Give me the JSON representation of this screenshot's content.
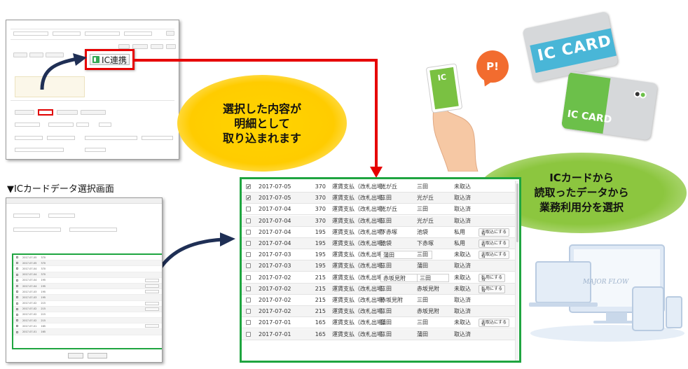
{
  "colors": {
    "accent_red": "#e60000",
    "accent_green": "#1fa540",
    "oval_yellow": "#ffcc00",
    "oval_green": "#8cc63f",
    "arrow_navy": "#1f2f55",
    "bubble_orange": "#f26c2f",
    "card_blue": "#49b6d7",
    "card_green": "#6cc04a"
  },
  "callout": {
    "label": "IC連携",
    "icon": "ic-card-link-icon"
  },
  "oval_yellow": {
    "lines": [
      "選択した内容が",
      "明細として",
      "取り込まれます"
    ]
  },
  "oval_green": {
    "lines": [
      "ICカードから",
      "読取ったデータから",
      "業務利用分を選択"
    ]
  },
  "caption": "▼ICカードデータ選択画面",
  "bubble": "P!",
  "illustrations": {
    "card_blue_text": "IC CARD",
    "card_green_text": "IC CARD",
    "hand_card_text": "IC",
    "device_logo": "MAJOR FLOW"
  },
  "table": {
    "rows": [
      {
        "checked": true,
        "date": "2017-07-05",
        "amount": "370",
        "desc": "運賃支払（改札出場）",
        "from": "光が丘",
        "to": "三田",
        "status": "未取込",
        "action": "",
        "from_boxed": false,
        "to_boxed": false
      },
      {
        "checked": true,
        "date": "2017-07-05",
        "amount": "370",
        "desc": "運賃支払（改札出場）",
        "from": "三田",
        "to": "光が丘",
        "status": "取込済",
        "action": "",
        "from_boxed": false,
        "to_boxed": false
      },
      {
        "checked": false,
        "date": "2017-07-04",
        "amount": "370",
        "desc": "運賃支払（改札出場）",
        "from": "光が丘",
        "to": "三田",
        "status": "取込済",
        "action": "",
        "from_boxed": false,
        "to_boxed": false
      },
      {
        "checked": false,
        "date": "2017-07-04",
        "amount": "370",
        "desc": "運賃支払（改札出場）",
        "from": "三田",
        "to": "光が丘",
        "status": "取込済",
        "action": "",
        "from_boxed": false,
        "to_boxed": false
      },
      {
        "checked": false,
        "date": "2017-07-04",
        "amount": "195",
        "desc": "運賃支払（改札出場）",
        "from": "下赤塚",
        "to": "池袋",
        "status": "私用",
        "action": "未取込にする",
        "from_boxed": false,
        "to_boxed": false
      },
      {
        "checked": false,
        "date": "2017-07-04",
        "amount": "195",
        "desc": "運賃支払（改札出場）",
        "from": "池袋",
        "to": "下赤塚",
        "status": "私用",
        "action": "未取込にする",
        "from_boxed": false,
        "to_boxed": false
      },
      {
        "checked": false,
        "date": "2017-07-03",
        "amount": "195",
        "desc": "運賃支払（改札出場）",
        "from": "蒲田",
        "to": "三田",
        "status": "未取込",
        "action": "未取込にする",
        "from_boxed": true,
        "to_boxed": false
      },
      {
        "checked": false,
        "date": "2017-07-03",
        "amount": "195",
        "desc": "運賃支払（改札出場）",
        "from": "三田",
        "to": "蒲田",
        "status": "取込済",
        "action": "",
        "from_boxed": false,
        "to_boxed": false
      },
      {
        "checked": false,
        "date": "2017-07-02",
        "amount": "215",
        "desc": "運賃支払（改札出場）",
        "from": "赤坂見附",
        "to": "三田",
        "status": "未取込",
        "action": "私用にする",
        "from_boxed": true,
        "to_boxed": true
      },
      {
        "checked": false,
        "date": "2017-07-02",
        "amount": "215",
        "desc": "運賃支払（改札出場）",
        "from": "三田",
        "to": "赤坂見附",
        "status": "未取込",
        "action": "私用にする",
        "from_boxed": false,
        "to_boxed": false
      },
      {
        "checked": false,
        "date": "2017-07-02",
        "amount": "215",
        "desc": "運賃支払（改札出場）",
        "from": "赤坂見附",
        "to": "三田",
        "status": "取込済",
        "action": "",
        "from_boxed": false,
        "to_boxed": false
      },
      {
        "checked": false,
        "date": "2017-07-02",
        "amount": "215",
        "desc": "運賃支払（改札出場）",
        "from": "三田",
        "to": "赤坂見附",
        "status": "取込済",
        "action": "",
        "from_boxed": false,
        "to_boxed": false
      },
      {
        "checked": false,
        "date": "2017-07-01",
        "amount": "165",
        "desc": "運賃支払（改札出場）",
        "from": "蒲田",
        "to": "三田",
        "status": "未取込",
        "action": "未取込にする",
        "from_boxed": false,
        "to_boxed": false
      },
      {
        "checked": false,
        "date": "2017-07-01",
        "amount": "165",
        "desc": "運賃支払（改札出場）",
        "from": "三田",
        "to": "蒲田",
        "status": "取込済",
        "action": "",
        "from_boxed": false,
        "to_boxed": false
      }
    ]
  }
}
